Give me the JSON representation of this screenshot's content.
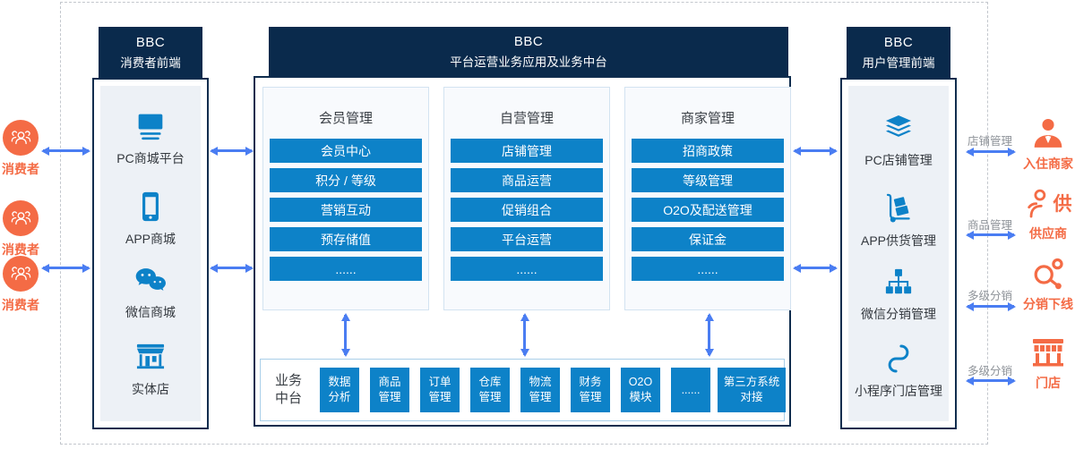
{
  "colors": {
    "navy": "#0a2a4c",
    "button_blue": "#0d82c8",
    "arrow_blue": "#4a7df2",
    "orange": "#f46b45",
    "panel_inner_bg": "#edf1f6",
    "group_bg": "#f8fafd",
    "group_border": "#d3e3f1",
    "bottom_row_border": "#a9cfe9",
    "gray_label": "#8d9298",
    "dark_text": "#3b4046"
  },
  "consumers": {
    "items": [
      {
        "icon": "users-icon",
        "label": "消费者"
      },
      {
        "icon": "users-icon",
        "label": "消费者"
      },
      {
        "icon": "users-icon",
        "label": "消费者"
      }
    ]
  },
  "left_panel": {
    "header_line1": "BBC",
    "header_line2": "消费者前端",
    "items": [
      {
        "icon": "desktop-icon",
        "label": "PC商城平台"
      },
      {
        "icon": "mobile-icon",
        "label": "APP商城"
      },
      {
        "icon": "wechat-icon",
        "label": "微信商城"
      },
      {
        "icon": "storefront-icon",
        "label": "实体店"
      }
    ]
  },
  "center_panel": {
    "header_line1": "BBC",
    "header_line2": "平台运营业务应用及业务中台",
    "groups": [
      {
        "title": "会员管理",
        "items": [
          "会员中心",
          "积分 / 等级",
          "营销互动",
          "预存储值",
          "......"
        ]
      },
      {
        "title": "自营管理",
        "items": [
          "店铺管理",
          "商品运营",
          "促销组合",
          "平台运营",
          "......"
        ]
      },
      {
        "title": "商家管理",
        "items": [
          "招商政策",
          "等级管理",
          "O2O及配送管理",
          "保证金",
          "......"
        ]
      }
    ],
    "middle_platform": {
      "label_line1": "业务",
      "label_line2": "中台",
      "modules": [
        {
          "line1": "数据",
          "line2": "分析"
        },
        {
          "line1": "商品",
          "line2": "管理"
        },
        {
          "line1": "订单",
          "line2": "管理"
        },
        {
          "line1": "仓库",
          "line2": "管理"
        },
        {
          "line1": "物流",
          "line2": "管理"
        },
        {
          "line1": "财务",
          "line2": "管理"
        },
        {
          "line1": "O2O",
          "line2": "模块"
        },
        {
          "line1": "......",
          "line2": ""
        },
        {
          "line1": "第三方系统",
          "line2": "对接"
        }
      ]
    }
  },
  "right_panel": {
    "header_line1": "BBC",
    "header_line2": "用户管理前端",
    "items": [
      {
        "icon": "layers-icon",
        "label": "PC店铺管理"
      },
      {
        "icon": "trolley-icon",
        "label": "APP供货管理"
      },
      {
        "icon": "hierarchy-icon",
        "label": "微信分销管理"
      },
      {
        "icon": "miniprogram-icon",
        "label": "小程序门店管理"
      }
    ]
  },
  "external_partners": [
    {
      "arrow_label": "店铺管理",
      "icon": "merchant-icon",
      "label": "入住商家"
    },
    {
      "arrow_label": "商品管理",
      "icon": "supplier-icon",
      "side_char": "供",
      "label": "供应商"
    },
    {
      "arrow_label": "多级分销",
      "icon": "share-icon",
      "label": "分销下线"
    },
    {
      "arrow_label": "多级分销",
      "icon": "shop-icon",
      "label": "门店"
    }
  ]
}
